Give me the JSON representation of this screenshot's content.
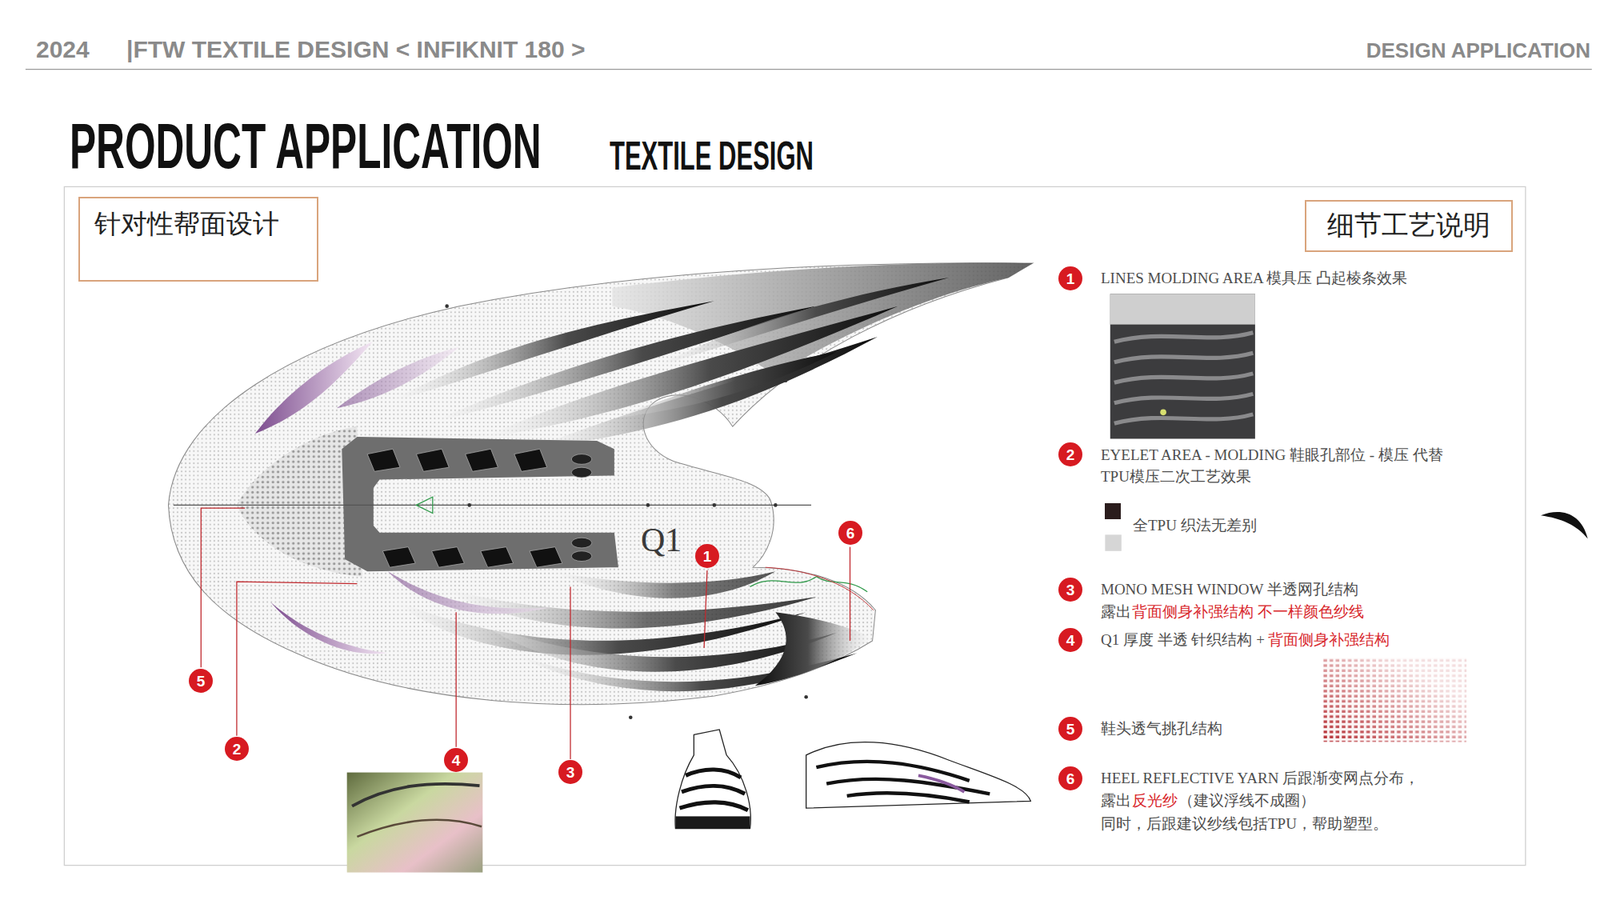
{
  "diagram": {
    "title": "PRODUCT APPLICATION",
    "nodes": [
      {
        "text": [
          "针对性帮面设计"
        ]
      },
      {
        "text": [
          "细节工艺说明"
        ]
      }
    ],
    "labels": [
      "2024",
      "|FTW TEXTILE DESIGN < INFIKNIT 180 >",
      "DESIGN APPLICATION",
      "TEXTILE DESIGN",
      "1",
      "LINES MOLDING AREA 模具压 凸起棱条效果",
      "2",
      "EYELET AREA - MOLDING 鞋眼孔部位 - 模压 代替TPU模压二次工艺效果",
      "3",
      "MONO MESH WINDOW 半透网孔结构",
      "露出",
      "背面侧身补强结构 不一样颜色纱线",
      "4",
      "Q1 厚度 半透 针织结构 +",
      "背面侧身补强结构",
      "5",
      "鞋头透气挑孔结构",
      "6",
      "HEEL REFLECTIVE YARN 后跟渐变网点分布，",
      "露出",
      "反光纱",
      "（建议浮线不成圈）",
      "同时，后跟建议纱线包括TPU，帮助塑型。",
      "Q1",
      "1",
      "6",
      "5",
      "2",
      "4",
      "3"
    ],
    "legend": [
      {
        "text": "全TPU 织法无差别",
        "color": "#2b1d1d"
      }
    ]
  }
}
